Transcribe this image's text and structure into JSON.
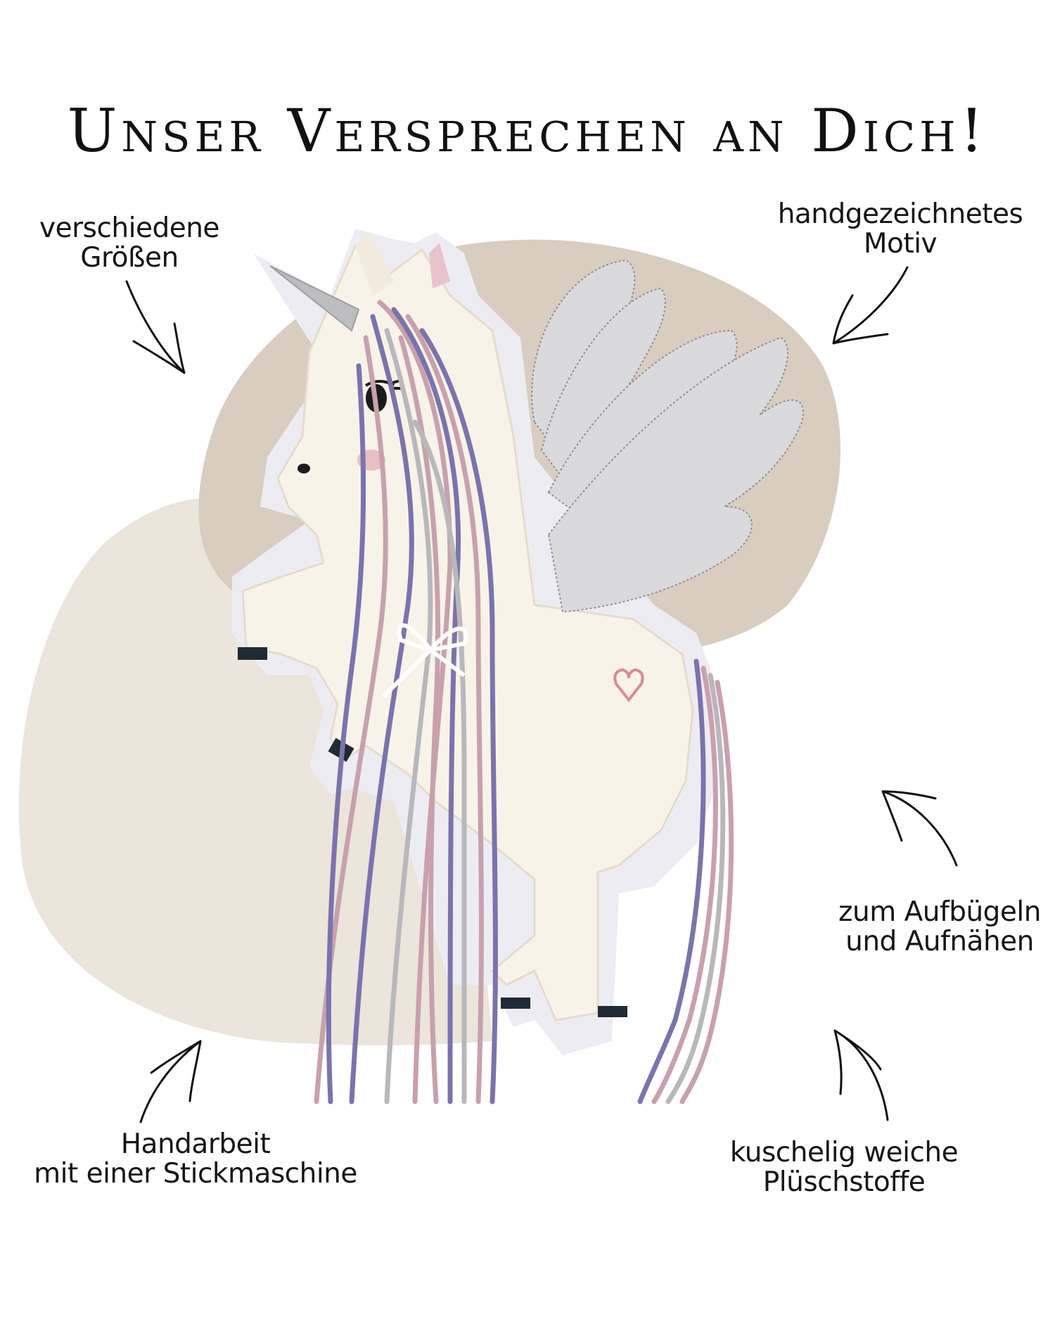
{
  "title": "Unser Versprechen an Dich!",
  "features": {
    "sizes": {
      "line1": "verschiedene",
      "line2": "Größen"
    },
    "motif": {
      "line1": "handgezeichnetes",
      "line2": "Motiv"
    },
    "iron_on": {
      "line1": "zum Aufbügeln",
      "line2": "und Aufnähen"
    },
    "handmade": {
      "line1": "Handarbeit",
      "line2": "mit einer Stickmaschine"
    },
    "plush": {
      "line1": "kuschelig weiche",
      "line2": "Plüschstoffe"
    }
  },
  "colors": {
    "blob_dark": "#d8cdbf",
    "blob_light": "#ebe5db",
    "plush": "#f8f3e8",
    "felt": "#efedf5",
    "mane_purple": "#7b73ad",
    "mane_pink": "#c9a0ad",
    "wing_silver": "#d9d9dc"
  }
}
